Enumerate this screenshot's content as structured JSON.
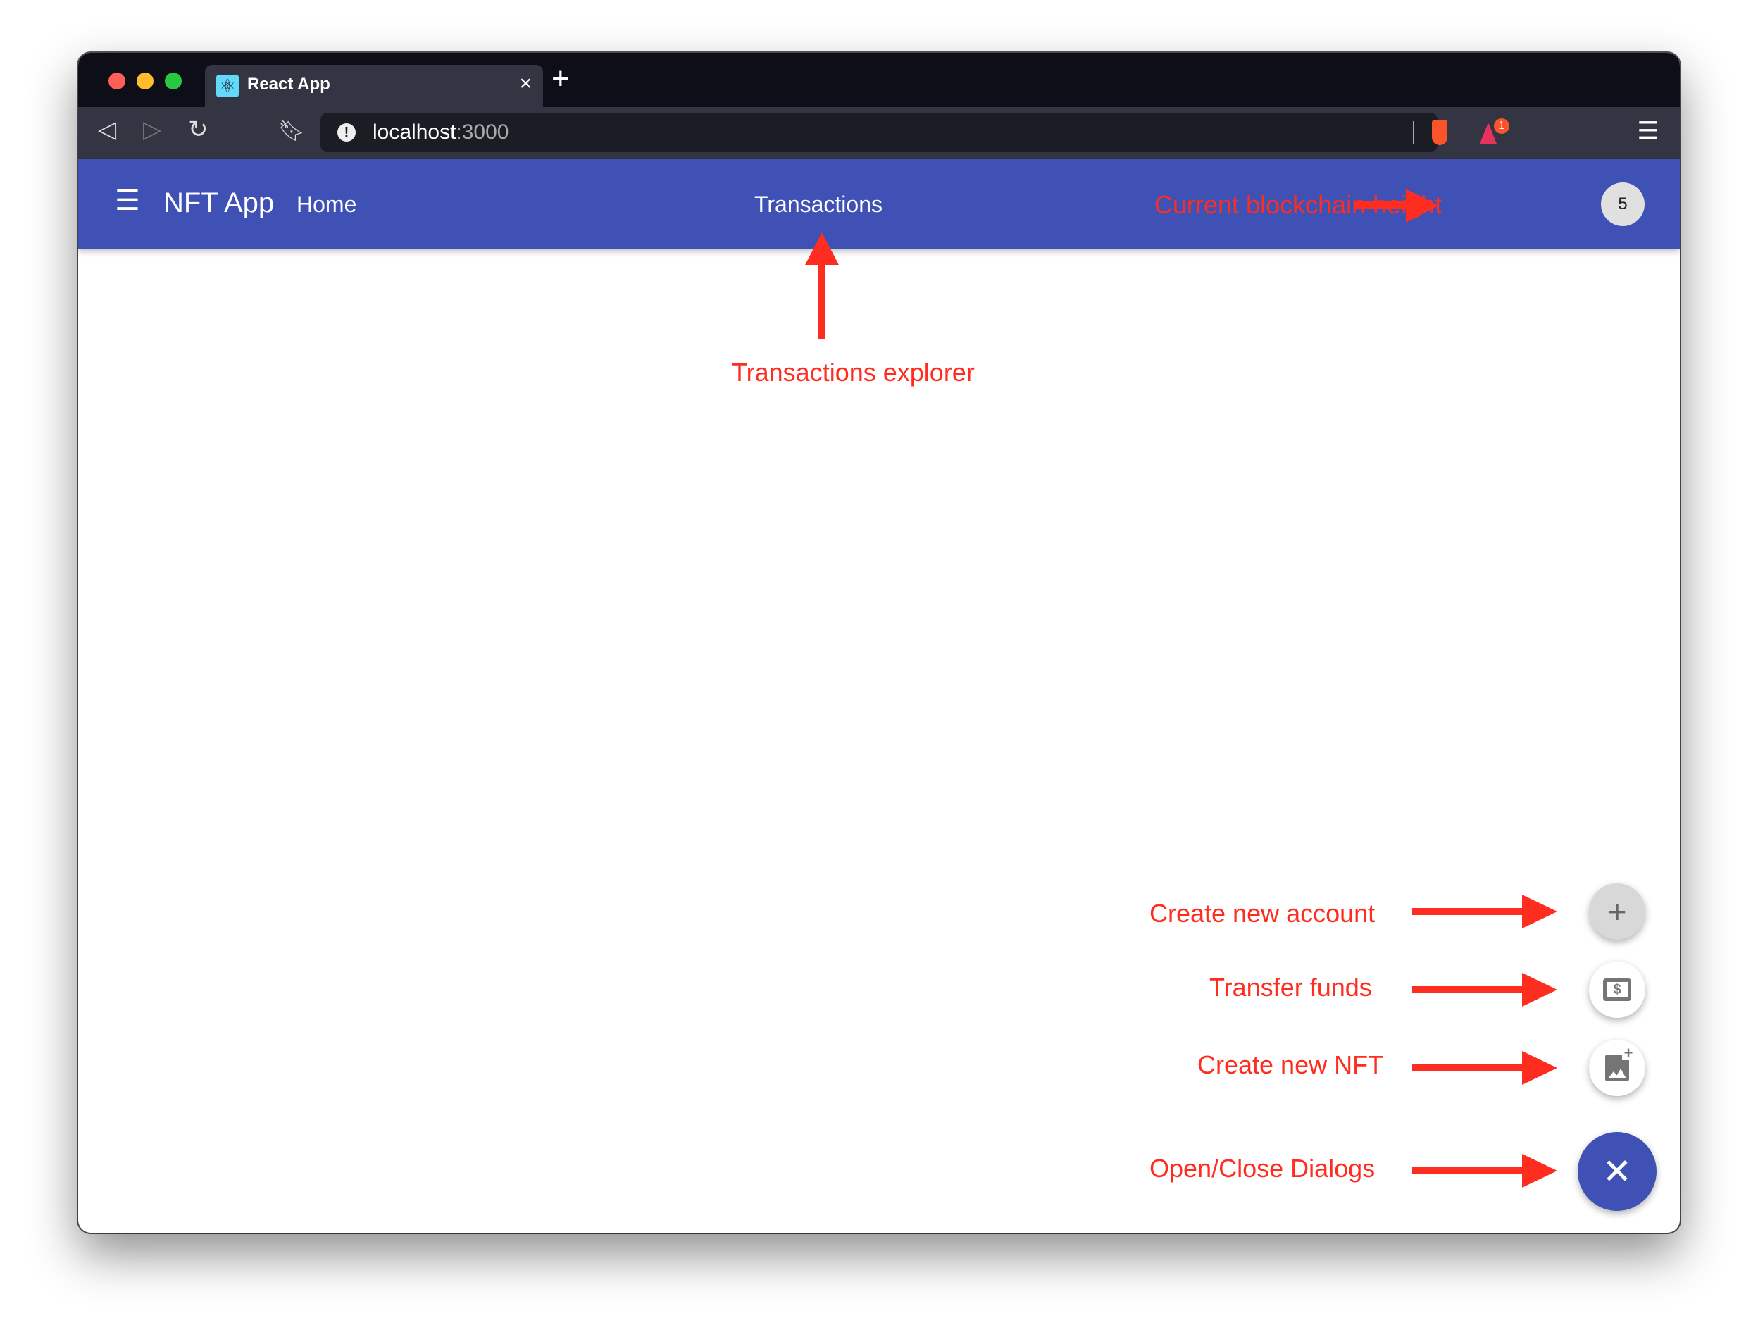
{
  "browser": {
    "tab_title": "React App",
    "url_host": "localhost",
    "url_port": ":3000",
    "extension_badge": "1"
  },
  "appbar": {
    "title": "NFT App",
    "home": "Home",
    "transactions": "Transactions",
    "block_height": "5",
    "color": "#3f51b5"
  },
  "annotations": {
    "height": "Current blockchain height",
    "transactions": "Transactions explorer",
    "create_account": "Create new account",
    "transfer": "Transfer funds",
    "create_nft": "Create new NFT",
    "toggle": "Open/Close Dialogs",
    "color": "#ff2d1f"
  },
  "fabs": {
    "create_account_icon": "plus-icon",
    "transfer_icon": "money-icon",
    "create_nft_icon": "add-photo-icon",
    "toggle_icon": "close-icon"
  }
}
